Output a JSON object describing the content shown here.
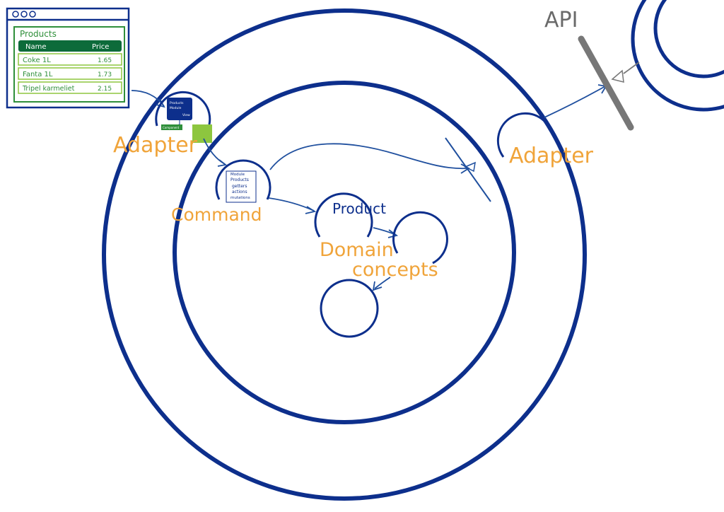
{
  "colors": {
    "ring": "#0d2f8c",
    "arrow": "#1f4f9e",
    "label": "#f0a43a",
    "table_green": "#2f8f3a",
    "table_header": "#0d6b3a",
    "api_bar": "#777777"
  },
  "window": {
    "table_title": "Products",
    "columns": [
      "Name",
      "Price"
    ],
    "rows": [
      {
        "name": "Coke 1L",
        "price": "1.65"
      },
      {
        "name": "Fanta 1L",
        "price": "1.73"
      },
      {
        "name": "Tripel karmeliet",
        "price": "2.15"
      }
    ]
  },
  "labels": {
    "adapter_left": "Adapter",
    "adapter_right": "Adapter",
    "command": "Command",
    "product": "Product",
    "domain_line1": "Domain",
    "domain_line2": "concepts",
    "api": "API"
  },
  "command_box": {
    "line1": "Module",
    "line2": "Products",
    "line3": "getters",
    "line4": "actions",
    "line5": "mutations"
  },
  "adapter_box": {
    "line1": "Products",
    "line2": "Module",
    "line3": "Component",
    "line4": "View"
  }
}
